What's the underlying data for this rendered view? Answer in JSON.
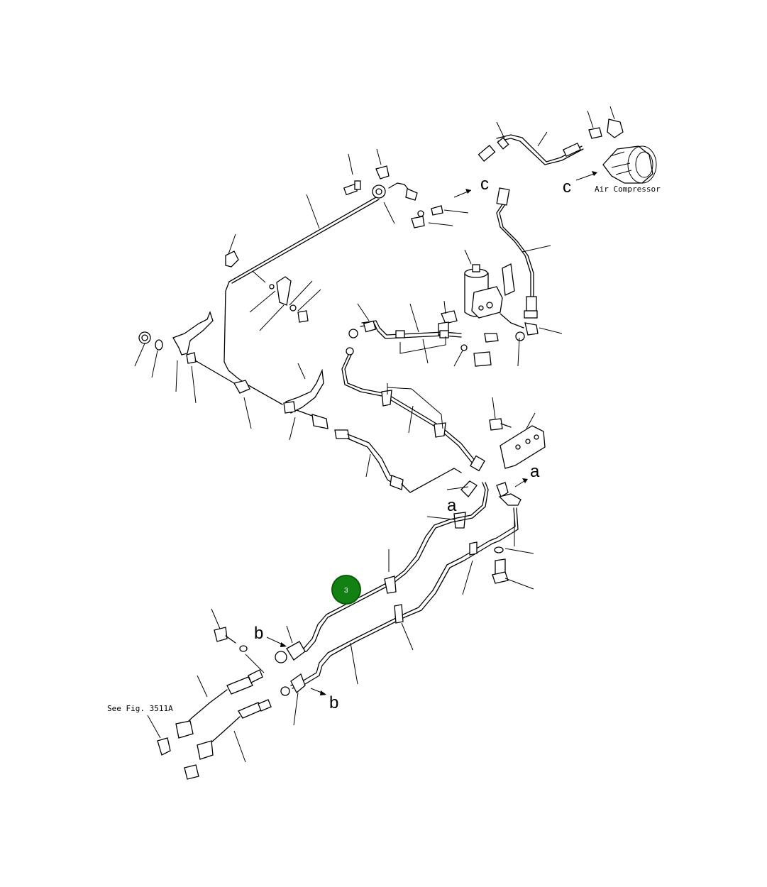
{
  "labels": {
    "air_compressor": "Air Compressor",
    "see_fig": "See Fig. 3511A"
  },
  "callouts": {
    "a_upper": "a",
    "a_lower": "a",
    "b_upper": "b",
    "b_lower": "b",
    "c_upper": "c",
    "c_lower": "c"
  },
  "hotspot": {
    "number": "3",
    "color": "#138013"
  }
}
